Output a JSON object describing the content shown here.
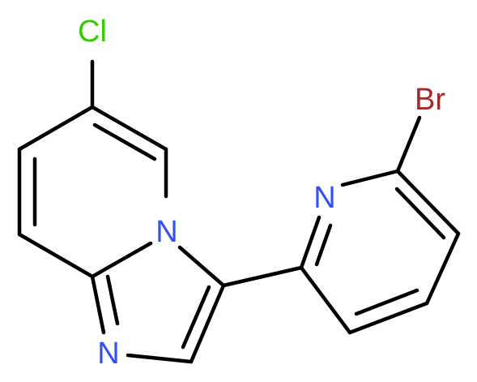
{
  "molecule": {
    "atoms": {
      "cl": {
        "symbol": "Cl",
        "color": "#33cc00"
      },
      "br": {
        "symbol": "Br",
        "color": "#a52a2a"
      },
      "n_bridge": {
        "symbol": "N",
        "color": "#3050f8"
      },
      "n_imidazole": {
        "symbol": "N",
        "color": "#3050f8"
      },
      "n_pyridine": {
        "symbol": "N",
        "color": "#3050f8"
      }
    },
    "bond_color": "#000000",
    "background": "#ffffff"
  }
}
